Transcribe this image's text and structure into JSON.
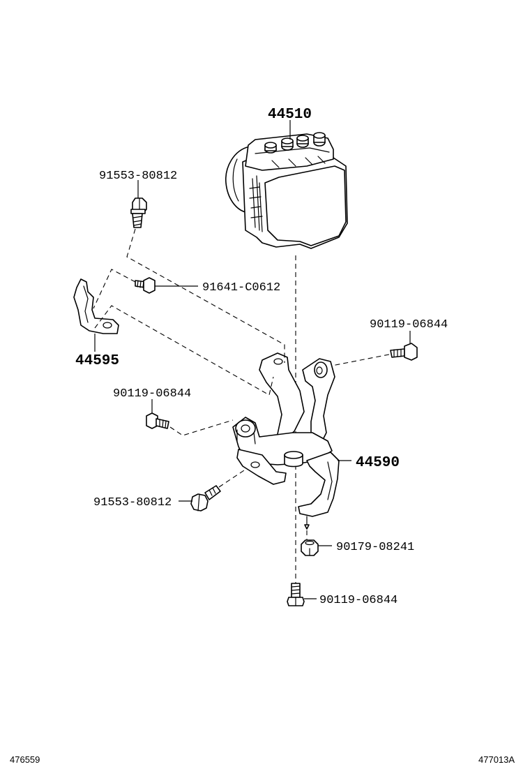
{
  "labels": {
    "actuator": "44510",
    "bracket_main": "44590",
    "bracket_small": "44595",
    "bolt_top_left": "91553-80812",
    "bolt_small": "91641-C0612",
    "bolt_right": "90119-06844",
    "bolt_left": "90119-06844",
    "bolt_lower_left": "91553-80812",
    "nut": "90179-08241",
    "bolt_bottom": "90119-06844"
  },
  "footer": {
    "left_ref": "476559",
    "right_ref": "477013A"
  }
}
